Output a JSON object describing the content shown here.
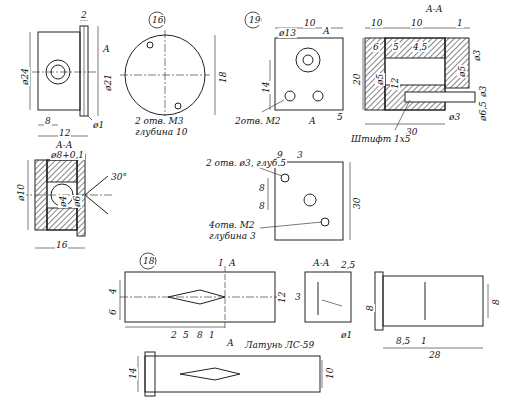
{
  "diagram": {
    "labels": [
      "16",
      "А",
      "2",
      "А",
      "ø24",
      "ø21",
      "8",
      "12",
      "ø1",
      "А-А",
      "ø8+0,1",
      "ø10",
      "ø4",
      "ø6",
      "30°",
      "16",
      "18",
      "2 отв. М3",
      "глубина 10",
      "19",
      "10",
      "ø13",
      "А",
      "14",
      "2отв. М2",
      "5",
      "А",
      "А-А",
      "10",
      "10",
      "1",
      "6",
      "5",
      "4,5",
      "ø3",
      "ø5",
      "ø5",
      "20",
      "12",
      "ø3",
      "ø6,5",
      "ø3",
      "30",
      "Штифт 1х5",
      "9",
      "3",
      "2 отв. ø3, глуб.5",
      "8",
      "8",
      "30",
      "4отв. М2",
      "глубина 3",
      "18",
      "I",
      "А",
      "4",
      "6",
      "2",
      "5",
      "8",
      "1",
      "А",
      "12",
      "А-А",
      "2,5",
      "3",
      "ø1",
      "8",
      "8,5",
      "1",
      "28",
      "8",
      "Латунь ЛС-59",
      "14",
      "10"
    ]
  }
}
